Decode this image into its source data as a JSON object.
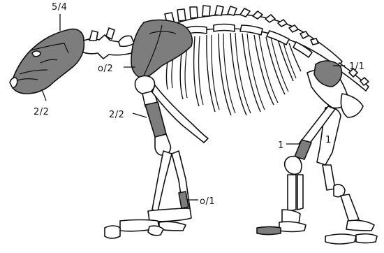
{
  "figure": {
    "shading_color": "#7d7d7d",
    "labels": {
      "skull_top": "5/4",
      "skull_bottom": "2/2",
      "scapula": "o/2",
      "humerus": "2/2",
      "forefoot": "o/1",
      "pelvis": "1/1",
      "femur": "1",
      "tibia": "1"
    }
  }
}
